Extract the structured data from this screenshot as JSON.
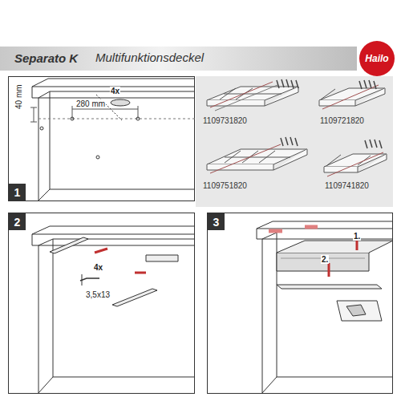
{
  "diagram": {
    "title": "Separato K",
    "nodes": [
      {
        "text": [
          "Hailo"
        ]
      },
      {
        "text": [
          "1"
        ]
      },
      {
        "text": [
          "2"
        ]
      },
      {
        "text": [
          "3"
        ]
      }
    ],
    "labels": [
      "Multifunktionsdeckel",
      "40 mm",
      "280 mm",
      "4x",
      "1109731820",
      "1109721820",
      "1109751820",
      "1109741820",
      "4x",
      "3,5x13",
      "1.",
      "2."
    ]
  }
}
